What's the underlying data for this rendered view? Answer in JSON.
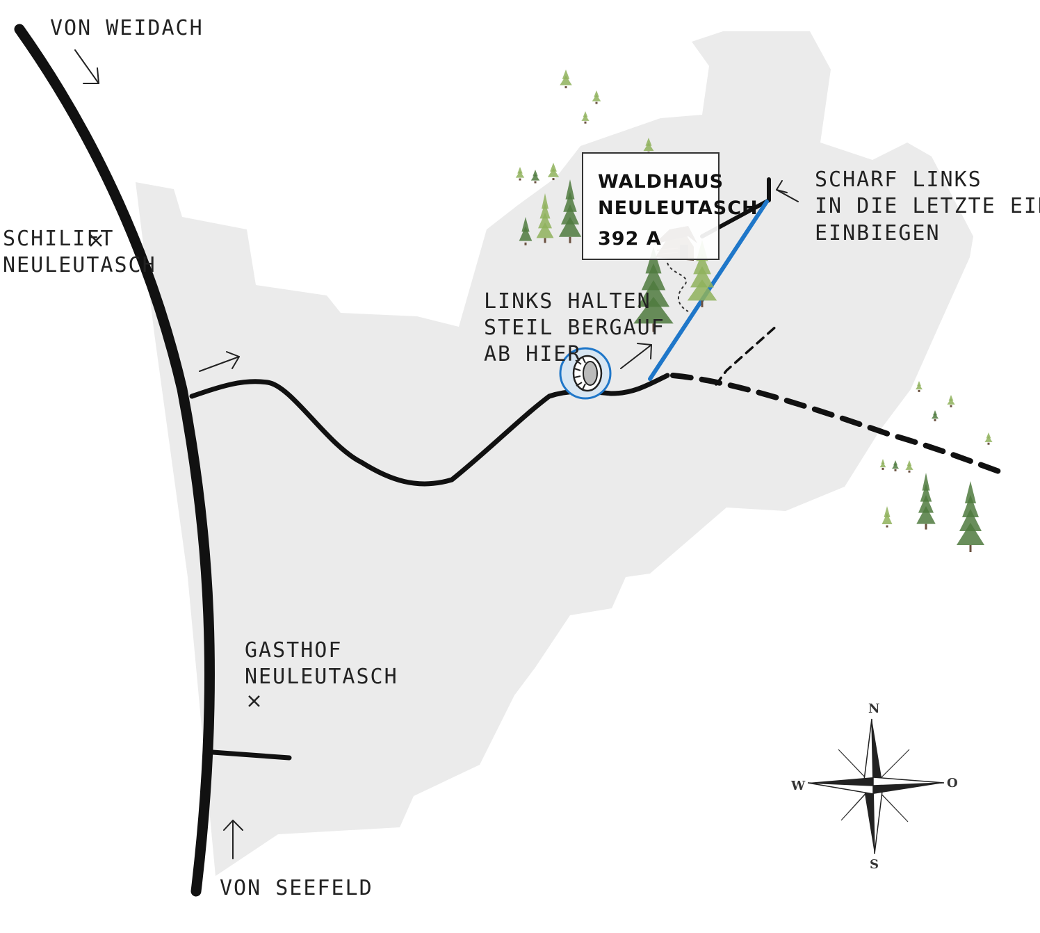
{
  "colors": {
    "terrain": "#ebebeb",
    "road": "#111111",
    "route": "#1f77c9",
    "tree_dark": "#4f7a3e",
    "tree_light": "#8fb25c",
    "cabin": "#5a3f30"
  },
  "labels": {
    "from_weidach": "VON WEIDACH",
    "ski_lift_line1": "SCHILIFT",
    "ski_lift_line2": "NEULEUTASCH",
    "keep_left_line1": "LINKS HALTEN",
    "keep_left_line2": "STEIL BERGAUF",
    "keep_left_line3": "AB HIER",
    "sharp_left_line1": "SCHARF LINKS",
    "sharp_left_line2": "IN DIE LETZTE EINFAHRT",
    "sharp_left_line3": "EINBIEGEN",
    "gasthof_line1": "GASTHOF",
    "gasthof_line2": "NEULEUTASCH",
    "from_seefeld": "VON SEEFELD"
  },
  "destination": {
    "line1": "WALDHAUS",
    "line2": "NEULEUTASCH",
    "line3": "392 A"
  },
  "compass": {
    "north": "N",
    "east": "O",
    "south": "S",
    "west": "W"
  },
  "icons": {
    "place_marker": "cross-marker-icon",
    "chain_required": "snow-chain-tire-icon",
    "destination": "cabin-icon",
    "vegetation": "fir-tree-icon",
    "orientation": "compass-rose-icon"
  }
}
